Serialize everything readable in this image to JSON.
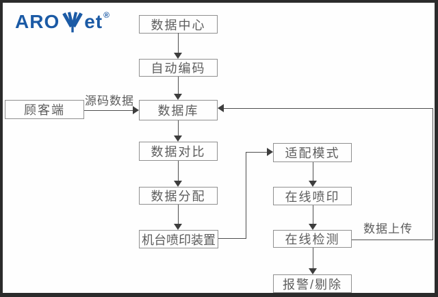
{
  "logo": {
    "text_left": "ARO",
    "text_right": "et",
    "registered_mark": "®",
    "brand_color": "#1b5aa5",
    "icon": "leaf-spike-icon"
  },
  "diagram": {
    "title": "AROJET coding and inspection data flow",
    "colors": {
      "background": "#fefefe",
      "frame": "#2b2b2b",
      "box_border": "#8f8f8f",
      "line": "#4d4d4d",
      "text": "#5c5c5c"
    },
    "nodes": {
      "data_center": {
        "label": "数据中心"
      },
      "auto_encode": {
        "label": "自动编码"
      },
      "database": {
        "label": "数据库"
      },
      "customer": {
        "label": "顾客端"
      },
      "data_compare": {
        "label": "数据对比"
      },
      "data_distribute": {
        "label": "数据分配"
      },
      "machine_print": {
        "label": "机台喷印装置"
      },
      "adapt_mode": {
        "label": "适配模式"
      },
      "online_print": {
        "label": "在线喷印"
      },
      "online_detect": {
        "label": "在线检测"
      },
      "alarm_reject": {
        "label": "报警/剔除"
      }
    },
    "edge_labels": {
      "source_data": "源码数据",
      "data_upload": "数据上传"
    },
    "edges": [
      {
        "from": "数据中心",
        "to": "自动编码"
      },
      {
        "from": "自动编码",
        "to": "数据库"
      },
      {
        "from": "顾客端",
        "to": "数据库",
        "label": "源码数据"
      },
      {
        "from": "数据库",
        "to": "数据对比"
      },
      {
        "from": "数据对比",
        "to": "数据分配"
      },
      {
        "from": "数据分配",
        "to": "机台喷印装置"
      },
      {
        "from": "机台喷印装置",
        "to": "适配模式"
      },
      {
        "from": "适配模式",
        "to": "在线喷印"
      },
      {
        "from": "在线喷印",
        "to": "在线检测"
      },
      {
        "from": "在线检测",
        "to": "报警/剔除"
      },
      {
        "from": "在线检测",
        "to": "数据库",
        "label": "数据上传"
      }
    ]
  }
}
